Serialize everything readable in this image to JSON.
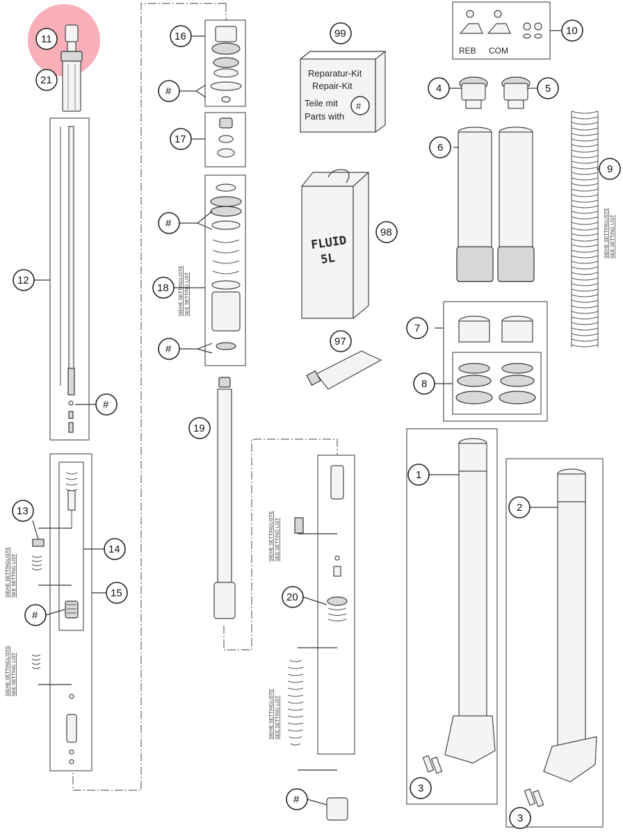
{
  "highlight_color": "#f26d7d",
  "callouts": {
    "c1": "1",
    "c2": "2",
    "c3a": "3",
    "c3b": "3",
    "c4": "4",
    "c5": "5",
    "c6": "6",
    "c7": "7",
    "c8": "8",
    "c9": "9",
    "c10": "10",
    "c11": "11",
    "c12": "12",
    "c13": "13",
    "c14": "14",
    "c15": "15",
    "c16": "16",
    "c17": "17",
    "c18": "18",
    "c19": "19",
    "c20": "20",
    "c21": "21",
    "c97": "97",
    "c98": "98",
    "c99": "99",
    "h1": "#",
    "h2": "#",
    "h3": "#",
    "h4": "#",
    "h5": "#",
    "h6": "#",
    "h7": "#"
  },
  "labels": {
    "reb": "REB",
    "com": "COM",
    "kit_line1": "Reparatur-Kit",
    "kit_line2": "Repair-Kit",
    "kit_line3": "Teile mit",
    "kit_line4": "Parts with",
    "kit_hash": "#",
    "fluid_line1": "FLUID",
    "fluid_line2": "5L"
  },
  "notes": {
    "de": "SIEHE SETTINGLISTE",
    "en": "SEE SETTING LIST"
  }
}
